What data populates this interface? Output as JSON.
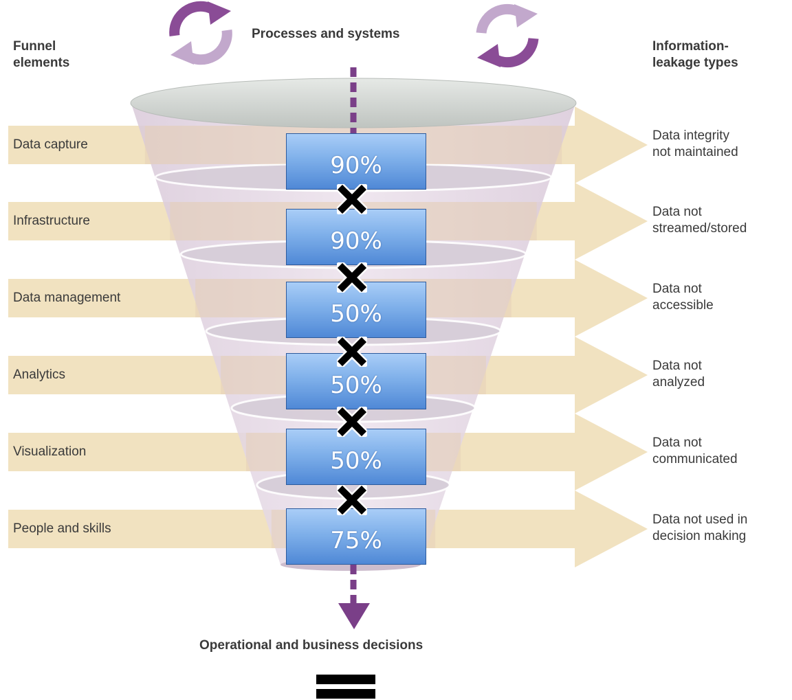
{
  "headers": {
    "funnel_elements": [
      "Funnel",
      "elements"
    ],
    "processes": "Processes and systems",
    "leakage_types": [
      "Information-",
      "leakage types"
    ],
    "decisions": "Operational and business decisions"
  },
  "stages": [
    {
      "element": "Data capture",
      "percent": "90%",
      "leakage": [
        "Data integrity",
        "not maintained"
      ]
    },
    {
      "element": "Infrastructure",
      "percent": "90%",
      "leakage": [
        "Data not",
        "streamed/stored"
      ]
    },
    {
      "element": "Data management",
      "percent": "50%",
      "leakage": [
        "Data not",
        "accessible"
      ]
    },
    {
      "element": "Analytics",
      "percent": "50%",
      "leakage": [
        "Data not",
        "analyzed"
      ]
    },
    {
      "element": "Visualization",
      "percent": "50%",
      "leakage": [
        "Data not",
        "communicated"
      ]
    },
    {
      "element": "People and skills",
      "percent": "75%",
      "leakage": [
        "Data not used in",
        "decision making"
      ]
    }
  ],
  "colors": {
    "arrow_band": "#f1e2c0",
    "funnel_body": "#e4d6e4",
    "funnel_rim": "#d8dcd8",
    "dashed_line": "#7a3f88",
    "cycle_dark": "#8a4c96",
    "cycle_light": "#c2a8cc",
    "box_top": "#a9cdf7",
    "box_bottom": "#4f88d6"
  }
}
